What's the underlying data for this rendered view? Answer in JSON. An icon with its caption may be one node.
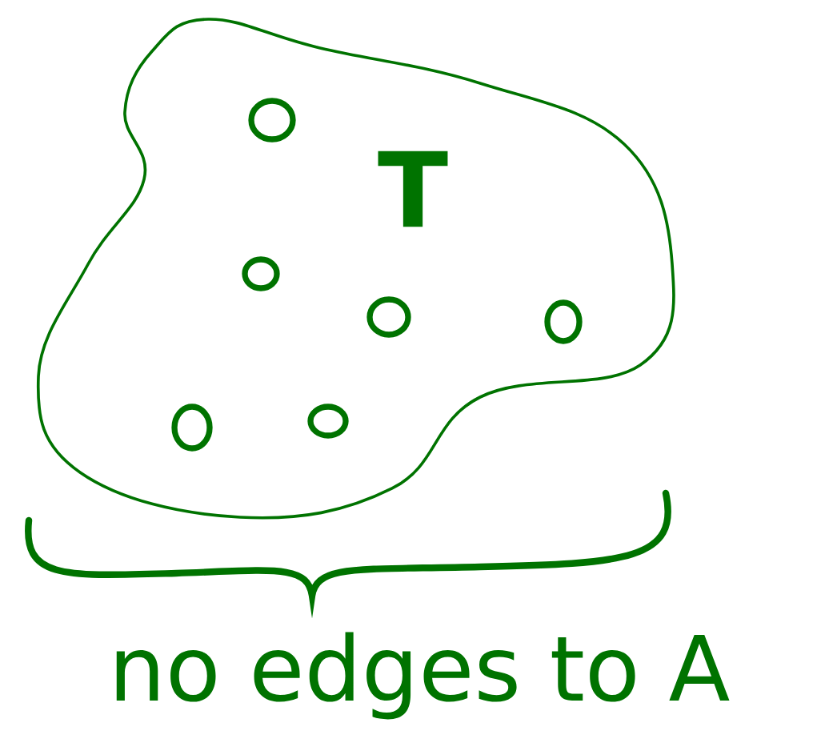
{
  "diagram": {
    "nodes": [
      {
        "text": [
          "T"
        ]
      },
      {
        "text": [],
        "shape": "circle",
        "in": 0
      },
      {
        "text": [],
        "shape": "circle",
        "in": 0
      },
      {
        "text": [],
        "shape": "circle",
        "in": 0
      },
      {
        "text": [],
        "shape": "circle",
        "in": 0
      },
      {
        "text": [],
        "shape": "circle",
        "in": 0
      },
      {
        "text": [],
        "shape": "circle",
        "in": 0
      }
    ],
    "labels": [
      "no edges to A"
    ]
  }
}
